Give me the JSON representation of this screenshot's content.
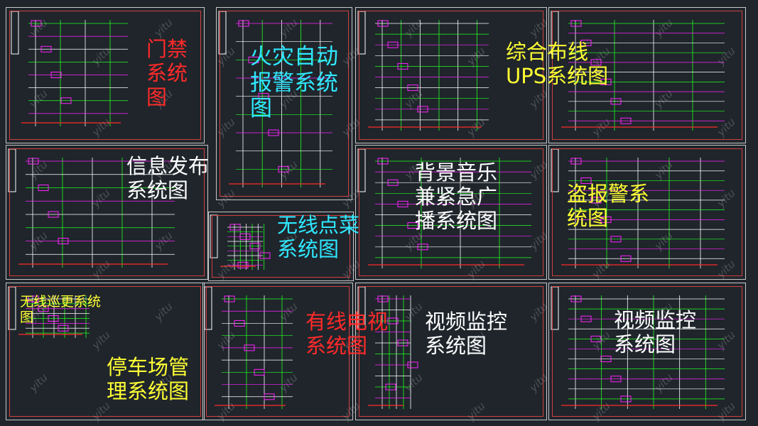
{
  "watermark": "yitu",
  "colors": {
    "background": "#1f252b",
    "border": "#c8c8c8",
    "frame": "#d04040",
    "red": "#ff2a2a",
    "cyan": "#2fe8ff",
    "yellow": "#ffff33",
    "white": "#ffffff",
    "green": "#22ff22",
    "magenta": "#ff22ff"
  },
  "labels": {
    "access_control": [
      "门禁",
      "系统",
      "图"
    ],
    "fire_alarm": [
      "火灾自动",
      "报警系统",
      "图"
    ],
    "cabling_ups": [
      "综合布线",
      "UPS系统图"
    ],
    "info_release": [
      "信息发布",
      "系统图"
    ],
    "wireless_ordering": [
      "无线点菜",
      "系统图"
    ],
    "background_music": [
      "背景音乐",
      "兼紧急广",
      "播系统图"
    ],
    "anti_theft_alarm": [
      "盗报警系",
      "统图"
    ],
    "wireless_patrol": [
      "无线巡更系统",
      "图"
    ],
    "parking_mgmt": [
      "停车场管",
      "理系统图"
    ],
    "cable_tv": [
      "有线电视",
      "系统图"
    ],
    "video_monitor_1": [
      "视频监控",
      "系统图"
    ],
    "video_monitor_2": [
      "视频监控",
      "系统图"
    ]
  }
}
